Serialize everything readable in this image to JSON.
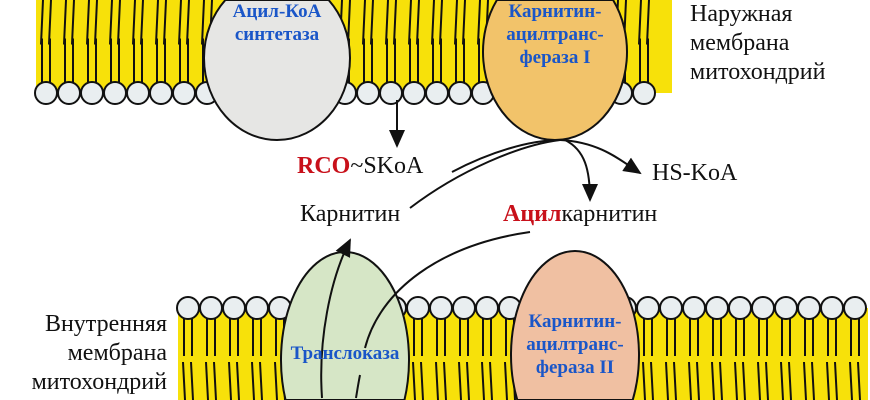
{
  "outer_membrane": {
    "label_lines": [
      "Наружная",
      "мембрана",
      "митохондрий"
    ]
  },
  "inner_membrane": {
    "label_lines": [
      "Внутренняя",
      "мембрана",
      "митохондрий"
    ]
  },
  "enzymes": {
    "acyl_coa_synthetase": [
      "Ацил-КоА",
      "синтетаза"
    ],
    "cat1": [
      "Карнитин-",
      "ацилтранс-",
      "фераза I"
    ],
    "translocase": [
      "Транслоказа"
    ],
    "cat2": [
      "Карнитин-",
      "ацилтранс-",
      "фераза II"
    ]
  },
  "molecules": {
    "acyl_coa_red": "RCO",
    "acyl_coa_rest": "~SKoA",
    "hs_coa": "HS-KoA",
    "carnitine": "Карнитин",
    "acylcarnitine_red": "Ацил",
    "acylcarnitine_rest": "карнитин"
  },
  "colors": {
    "membrane": "#f7e10a",
    "synthetase": "#e6e6e4",
    "cat1": "#f2c36a",
    "translocase": "#d6e6c6",
    "cat2": "#f0c0a2",
    "enzyme_text": "#1a56c8",
    "acyl_red": "#c8101a"
  }
}
